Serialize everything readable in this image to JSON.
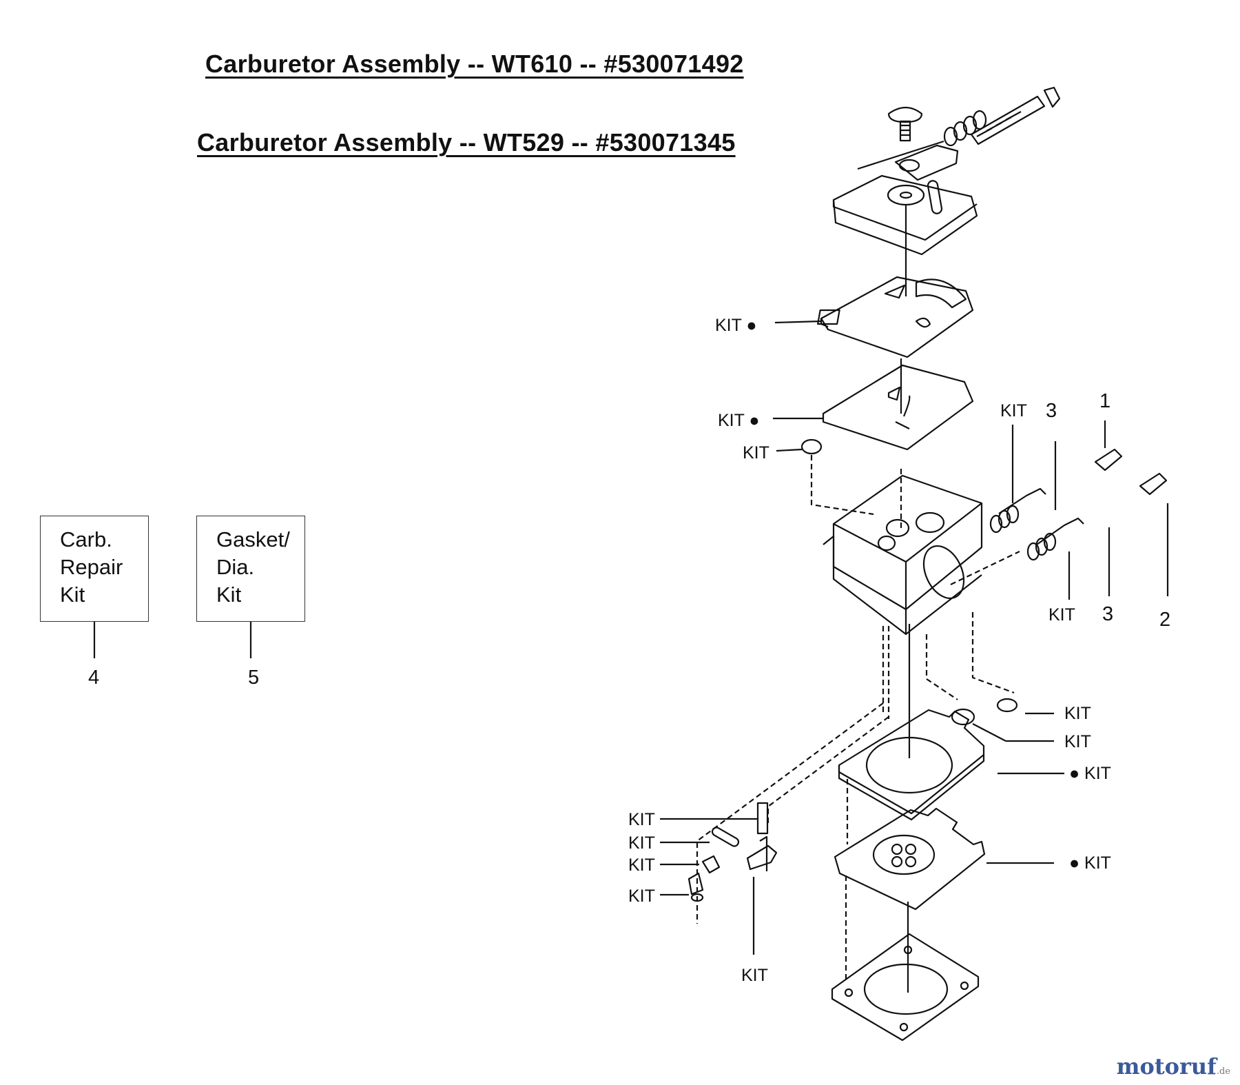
{
  "titles": {
    "wt610": "Carburetor Assembly -- WT610 -- #530071492",
    "wt529": "Carburetor Assembly -- WT529 -- #530071345"
  },
  "kits": [
    {
      "lines": [
        "Carb.",
        "Repair",
        "Kit"
      ],
      "ref": "4"
    },
    {
      "lines": [
        "Gasket/",
        "Dia.",
        "Kit"
      ],
      "ref": "5"
    }
  ],
  "callouts": {
    "kit_dot": "KIT ●",
    "dot_kit": "● KIT",
    "kit": "KIT",
    "n1": "1",
    "n2": "2",
    "n3": "3"
  },
  "watermark": {
    "brand": "motoruf",
    "suffix": ".de"
  }
}
